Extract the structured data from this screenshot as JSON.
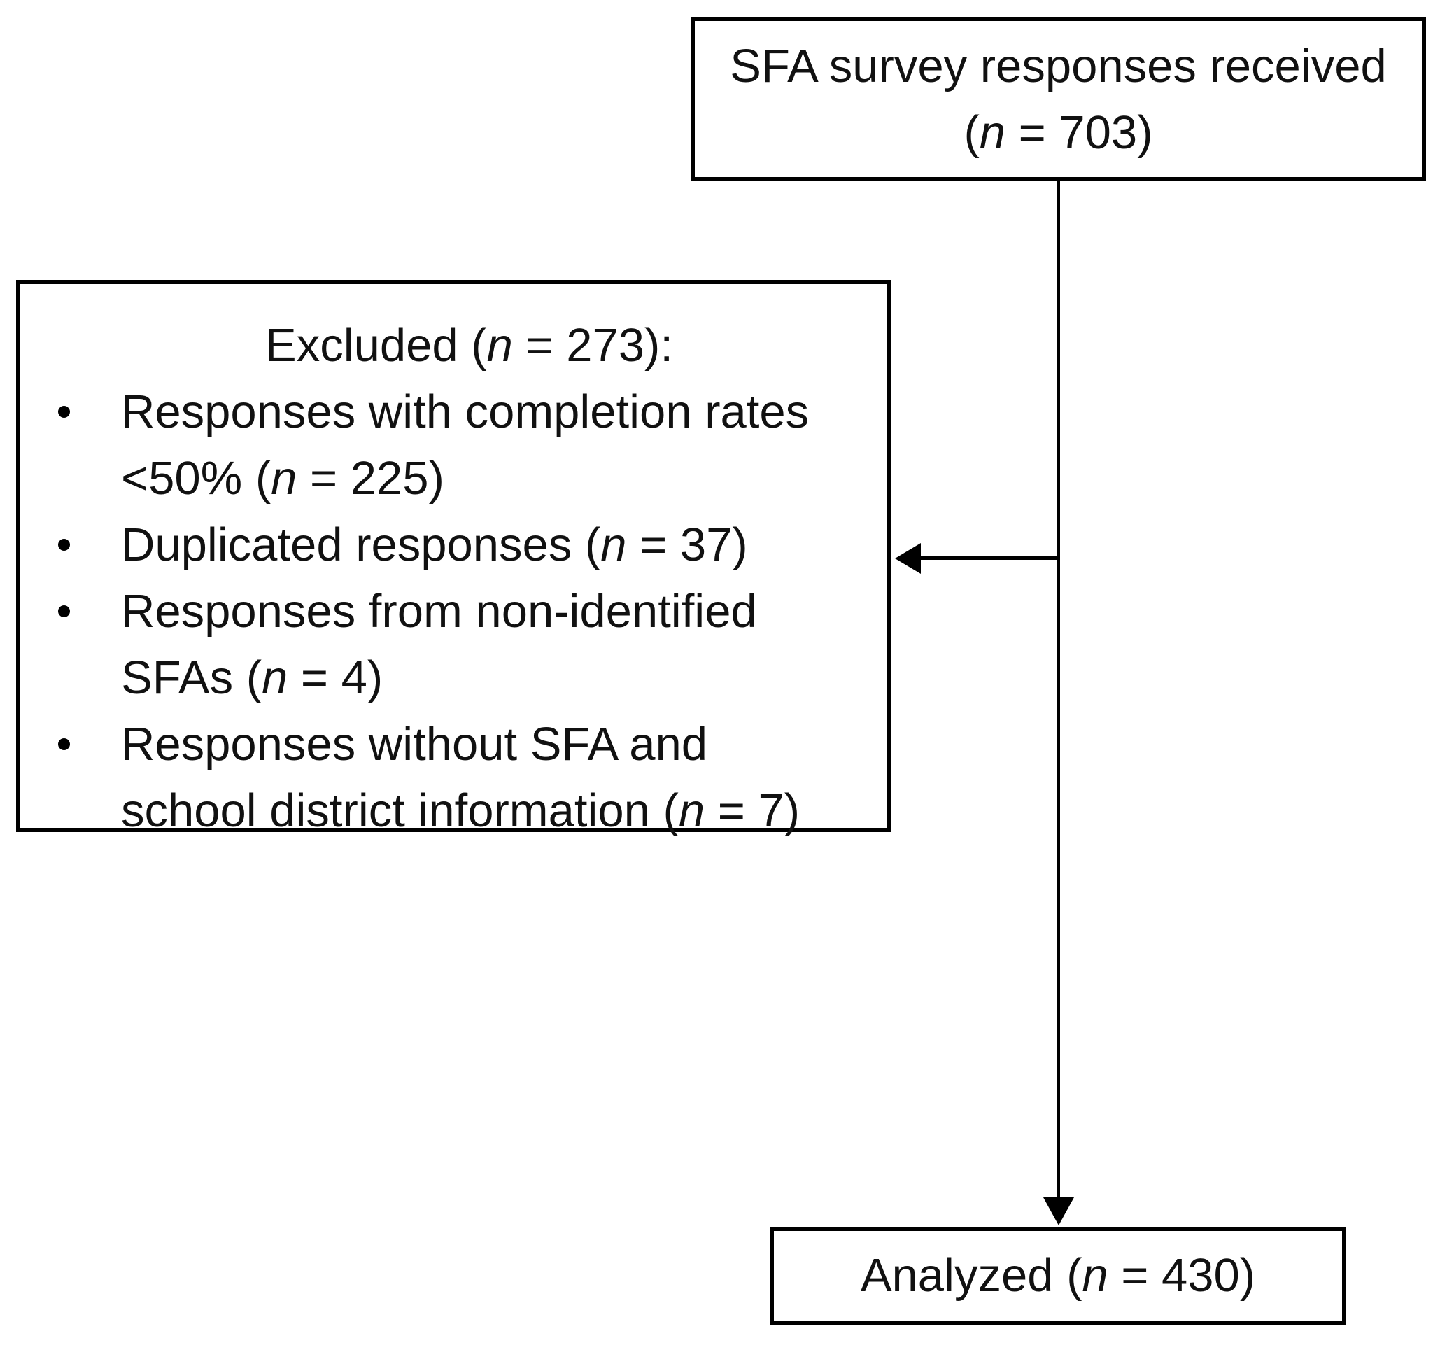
{
  "diagram": {
    "type": "flowchart",
    "colors": {
      "stroke": "#000000",
      "background": "#ffffff",
      "text": "#111111"
    },
    "nodes": {
      "received": {
        "line1": [
          {
            "t": "SFA survey responses received"
          }
        ],
        "line2": [
          {
            "t": "("
          },
          {
            "t": "n",
            "i": true
          },
          {
            "t": " = 703)"
          }
        ]
      },
      "excluded": {
        "title": [
          {
            "t": "Excluded ("
          },
          {
            "t": "n",
            "i": true
          },
          {
            "t": " = 273):"
          }
        ],
        "bullets": [
          {
            "lines": [
              [
                {
                  "t": "Responses with completion rates"
                }
              ],
              [
                {
                  "t": "<50% ("
                },
                {
                  "t": "n",
                  "i": true
                },
                {
                  "t": " = 225)"
                }
              ]
            ]
          },
          {
            "lines": [
              [
                {
                  "t": "Duplicated responses ("
                },
                {
                  "t": "n",
                  "i": true
                },
                {
                  "t": " = 37)"
                }
              ]
            ]
          },
          {
            "lines": [
              [
                {
                  "t": "Responses from non-identified"
                }
              ],
              [
                {
                  "t": "SFAs ("
                },
                {
                  "t": "n",
                  "i": true
                },
                {
                  "t": " = 4)"
                }
              ]
            ]
          },
          {
            "lines": [
              [
                {
                  "t": "Responses without SFA and"
                }
              ],
              [
                {
                  "t": "school district information ("
                },
                {
                  "t": "n",
                  "i": true
                },
                {
                  "t": " = 7)"
                }
              ]
            ]
          }
        ]
      },
      "analyzed": {
        "line1": [
          {
            "t": "Analyzed ("
          },
          {
            "t": "n",
            "i": true
          },
          {
            "t": " = 430)"
          }
        ]
      }
    }
  }
}
